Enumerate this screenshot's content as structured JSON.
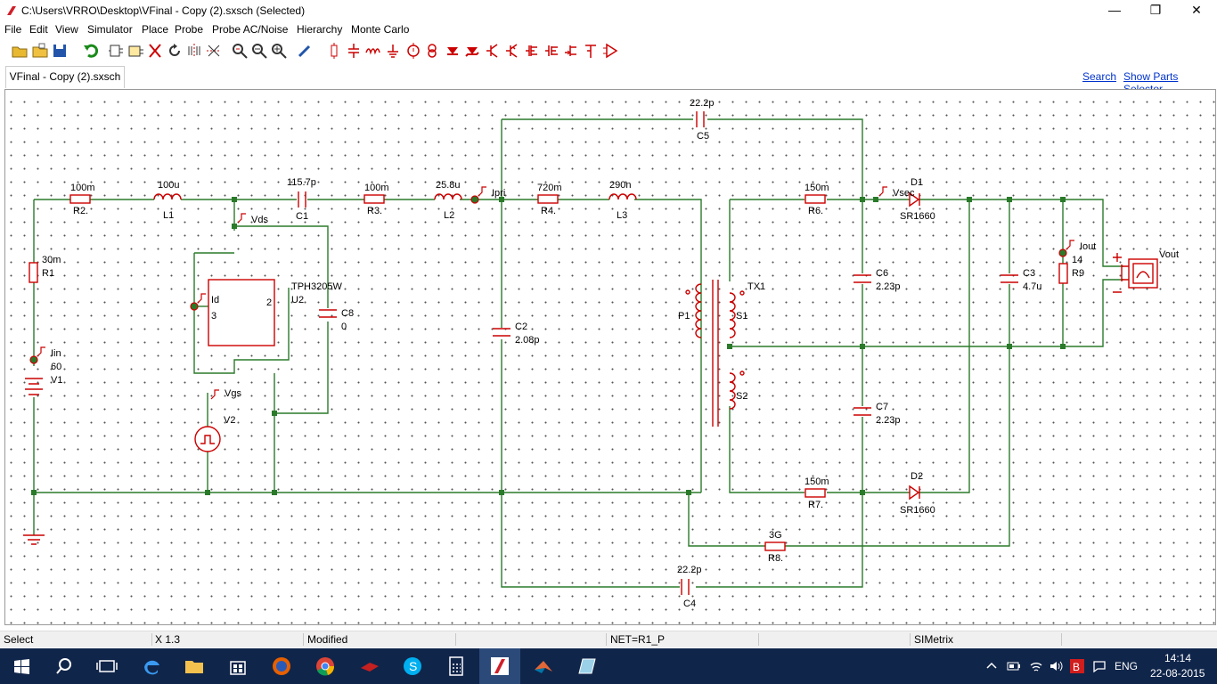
{
  "window": {
    "title": "C:\\Users\\VRRO\\Desktop\\VFinal - Copy (2).sxsch (Selected)",
    "controls": [
      "minimize",
      "maximize",
      "close"
    ]
  },
  "menu": [
    "File",
    "Edit",
    "View",
    "Simulator",
    "Place",
    "Probe",
    "Probe AC/Noise",
    "Hierarchy",
    "Monte Carlo"
  ],
  "tab": {
    "label": "VFinal - Copy (2).sxsch"
  },
  "links": {
    "search": "Search",
    "show_parts": "Show Parts Selector"
  },
  "schematic": {
    "labels": {
      "r2_val": "100m",
      "r2": "R2.",
      "l1_val": "100u",
      "l1": "L1",
      "c1_val": "115.7p",
      "c1": "C1",
      "r3_val": "100m",
      "r3": "R3.",
      "l2_val": "25.8u",
      "l2": "L2",
      "ipri": "Ipri",
      "r4_val": "720m",
      "r4": "R4.",
      "l3_val": "290n",
      "l3": "L3",
      "c5_val": "22.2p",
      "c5": "C5",
      "r6_val": "150m",
      "r6": "R6.",
      "vsec": "Vsec",
      "d1": "D1",
      "d1_part": "SR1660",
      "r1_val": "30m",
      "r1": "R1",
      "vds": "Vds",
      "tph": "TPH3205W",
      "u2": "U2",
      "id": "Id",
      "pin3": "3",
      "pin2": "2",
      "c8": "C8",
      "c8_val": "0",
      "iin": "Iin",
      "v1_val": "60",
      "v1": "V1",
      "c2": "C2",
      "c2_val": "2.08p",
      "vgs": "Vgs",
      "v2": "V2",
      "p1": "P1",
      "tx1": "TX1",
      "s1": "S1",
      "s2": "S2",
      "c6": "C6",
      "c6_val": "2.23p",
      "c7": "C7",
      "c7_val": "2.23p",
      "c3": "C3",
      "c3_val": "4.7u",
      "iout": "Iout",
      "r9_val": "14",
      "r9": "R9",
      "vout": "Vout",
      "r7_val": "150m",
      "r7": "R7.",
      "d2": "D2",
      "d2_part": "SR1660",
      "r8_val": "3G",
      "r8": "R8.",
      "c4_val": "22.2p",
      "c4": "C4"
    }
  },
  "status": {
    "mode": "Select",
    "coord": "X  1.3",
    "state": "Modified",
    "net": "NET=R1_P",
    "app": "SIMetrix"
  },
  "taskbar": {
    "language": "ENG",
    "time": "14:14",
    "date": "22-08-2015"
  },
  "colors": {
    "wire": "#2a7a2a",
    "component": "#cc0000",
    "taskbar": "#10254a"
  }
}
